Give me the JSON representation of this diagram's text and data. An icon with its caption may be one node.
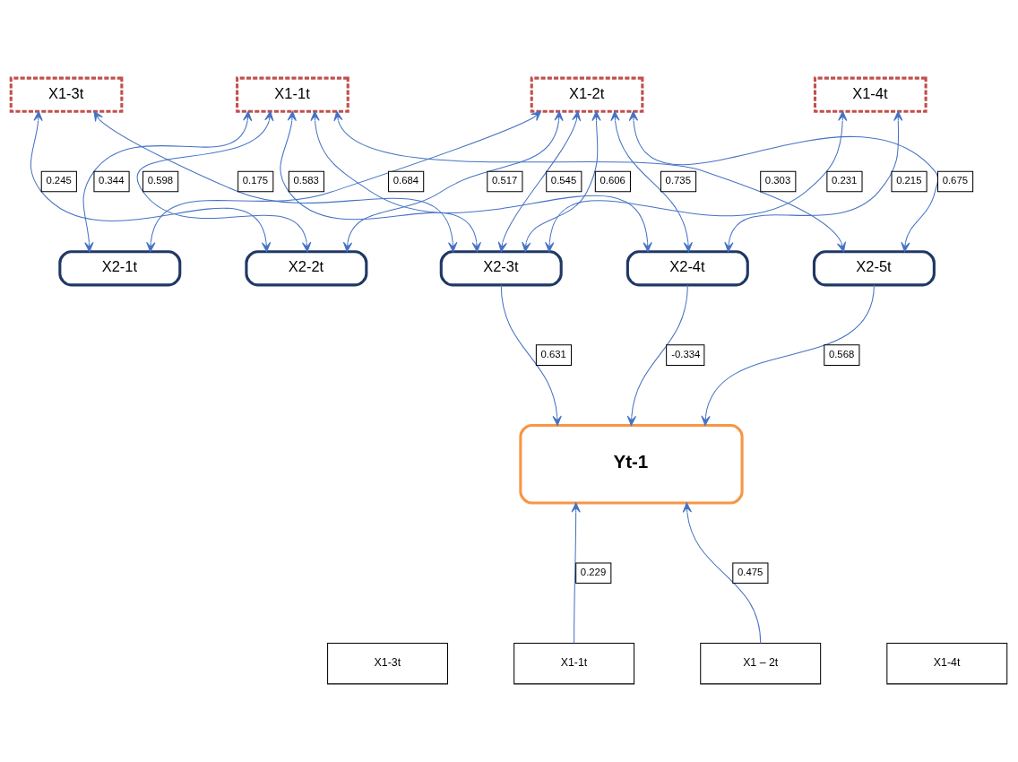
{
  "diagram": {
    "nodes": [
      {
        "text": [
          "X1-3t"
        ]
      },
      {
        "text": [
          "X1-1t"
        ]
      },
      {
        "text": [
          "X1-2t"
        ]
      },
      {
        "text": [
          "X1-4t"
        ]
      },
      {
        "text": [
          "X2-1t"
        ]
      },
      {
        "text": [
          "X2-2t"
        ]
      },
      {
        "text": [
          "X2-3t"
        ]
      },
      {
        "text": [
          "X2-4t"
        ]
      },
      {
        "text": [
          "X2-5t"
        ]
      },
      {
        "text": [
          "Yt-1"
        ]
      },
      {
        "text": [
          "X1-3t"
        ]
      },
      {
        "text": [
          "X1-1t"
        ]
      },
      {
        "text": [
          "X1 – 2t"
        ]
      },
      {
        "text": [
          "X1-4t"
        ]
      }
    ],
    "edges": [
      {
        "from": 0,
        "to": 5,
        "arrow": "both",
        "label": "0.245"
      },
      {
        "from": 0,
        "to": 6,
        "arrow": "both",
        "label": "0.175"
      },
      {
        "from": 1,
        "to": 4,
        "arrow": "both",
        "label": "0.344"
      },
      {
        "from": 2,
        "to": 4,
        "arrow": "both",
        "label": "0.684"
      },
      {
        "from": 1,
        "to": 5,
        "arrow": "both",
        "label": "0.598"
      },
      {
        "from": 1,
        "to": 6,
        "arrow": "both",
        "label": "0.583"
      },
      {
        "from": 2,
        "to": 5,
        "arrow": "both",
        "label": "0.517"
      },
      {
        "from": 1,
        "to": 8,
        "arrow": "both",
        "label": "0.303"
      },
      {
        "from": 2,
        "to": 6,
        "arrow": "both",
        "label": "0.545"
      },
      {
        "from": 1,
        "to": 7,
        "arrow": "both"
      },
      {
        "from": 2,
        "to": 6,
        "arrow": "both",
        "label": "0.606"
      },
      {
        "from": 2,
        "to": 8,
        "arrow": "both",
        "label": "0.675"
      },
      {
        "from": 3,
        "to": 7,
        "arrow": "both",
        "label": "0.215"
      },
      {
        "from": 3,
        "to": 6,
        "arrow": "both",
        "label": "0.231"
      },
      {
        "from": 2,
        "to": 7,
        "arrow": "both",
        "label": "0.735"
      },
      {
        "from": 6,
        "to": 9,
        "arrow": "to",
        "label": "0.631"
      },
      {
        "from": 7,
        "to": 9,
        "arrow": "to",
        "label": "-0.334"
      },
      {
        "from": 8,
        "to": 9,
        "arrow": "to",
        "label": "0.568"
      },
      {
        "from": 11,
        "to": 9,
        "arrow": "to",
        "label": "0.229"
      },
      {
        "from": 12,
        "to": 9,
        "arrow": "to",
        "label": "0.475"
      }
    ]
  }
}
